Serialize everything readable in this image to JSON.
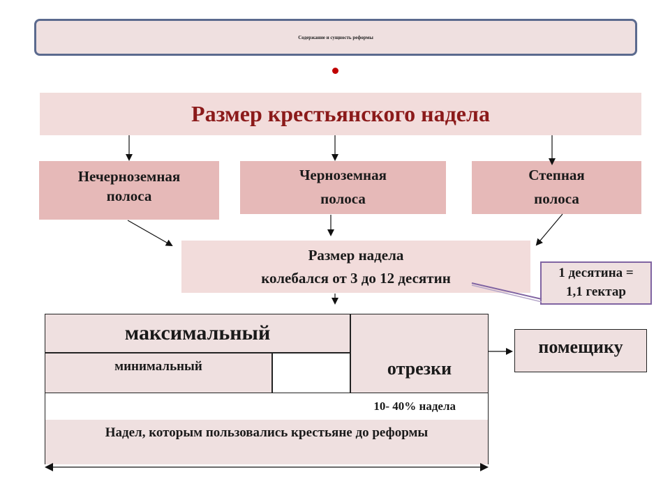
{
  "header": {
    "text": "Содержание и сущность реформы"
  },
  "main_title": "Размер крестьянского надела",
  "zones": [
    {
      "line1": "Нечерноземная",
      "line2": "полоса"
    },
    {
      "line1": "Черноземная",
      "line2": "полоса"
    },
    {
      "line1": "Степная",
      "line2": "полоса"
    }
  ],
  "range": {
    "line1": "Размер надела",
    "line2": "колебался от 3 до 12 десятин"
  },
  "callout": {
    "line1": "1 десятина =",
    "line2": "1,1 гектар"
  },
  "table": {
    "maximum": "максимальный",
    "minimum": "минимальный",
    "cuts": "отрезки",
    "share": "10- 40% надела",
    "allotment": "Надел, которым пользовались крестьяне до реформы"
  },
  "landlord": "помещику",
  "colors": {
    "title_red": "#8b1a1a",
    "zone_fill": "#e6b9b8",
    "light_fill": "#f2dcdb",
    "callout_border": "#8064a2",
    "header_border": "#5b6a8e",
    "dot": "#c00000"
  }
}
